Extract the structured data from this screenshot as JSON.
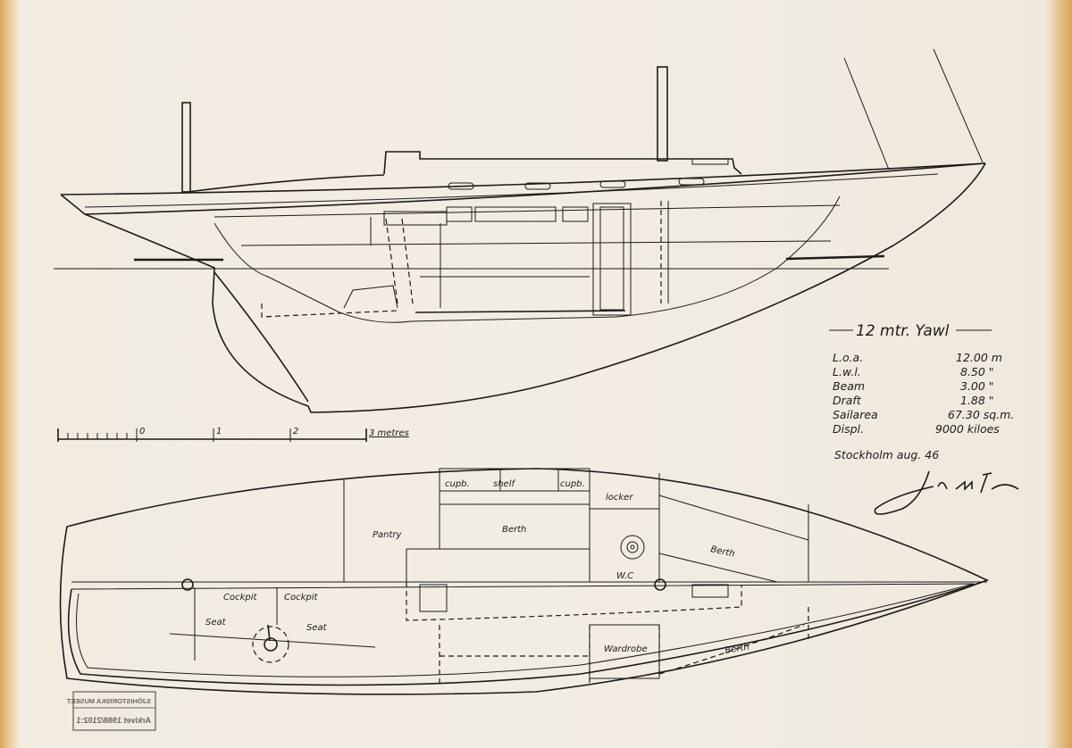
{
  "title": "12 mtr. Yawl",
  "specs": [
    {
      "label": "L.o.a.",
      "value": "12.00 m"
    },
    {
      "label": "L.w.l.",
      "value": "8.50 \""
    },
    {
      "label": "Beam",
      "value": "3.00 \""
    },
    {
      "label": "Draft",
      "value": "1.88 \""
    },
    {
      "label": "Sailarea",
      "value": "67.30 sq.m."
    },
    {
      "label": "Displ.",
      "value": "9000 kiloes"
    }
  ],
  "place_date": "Stockholm aug. 46",
  "signature": "Jac. M. Iversen",
  "scale": {
    "ticks": [
      "0",
      "1",
      "2"
    ],
    "end_label": "3 metres"
  },
  "plan_labels": {
    "cupboard_left": "cupb.",
    "shelf": "shelf",
    "cupboard_right": "cupb.",
    "locker": "locker",
    "pantry": "Pantry",
    "berth_main": "Berth",
    "berth_fwd": "Berth",
    "wc": "W.C",
    "cockpit_left": "Cockpit",
    "cockpit_right": "Cockpit",
    "seat_left": "Seat",
    "seat_right": "Seat",
    "wardrobe": "Wardrobe",
    "berth_lower": "Berth"
  },
  "stamp": {
    "line1": "SJÖHISTORISKA MUSEET",
    "line2": "Arkivet 1988/2102:1"
  }
}
